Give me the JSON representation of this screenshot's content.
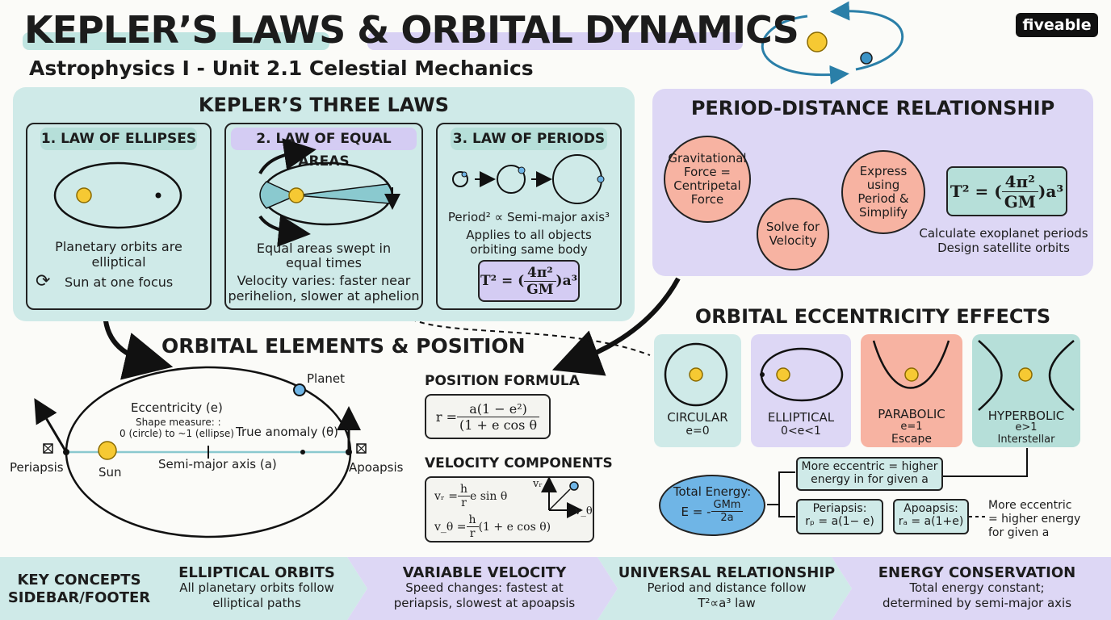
{
  "header": {
    "title": "KEPLER’S LAWS & ORBITAL DYNAMICS",
    "subtitle": "Astrophysics I - Unit 2.1 Celestial Mechanics",
    "brand": "fiveable"
  },
  "colors": {
    "teal": "#cfeae8",
    "lavender": "#ddd7f5",
    "salmon": "#f7b3a2",
    "blue": "#6fb5e6"
  },
  "laws": {
    "title": "KEPLER’S THREE LAWS",
    "law1": {
      "label": "1. LAW OF ELLIPSES",
      "text1": "Planetary orbits are",
      "text2": "elliptical",
      "text3": "Sun at one focus"
    },
    "law2": {
      "label": "2. LAW OF EQUAL AREAS",
      "text1": "Equal areas swept in",
      "text2": "equal times",
      "text3": "Velocity varies: faster near",
      "text4": "perihelion, slower at aphelion"
    },
    "law3": {
      "label": "3. LAW OF PERIODS",
      "text1": "Period² ∝ Semi-major axis³",
      "text2": "Applies to all objects",
      "text3": "orbiting same body",
      "formula": {
        "lhs": "T² = (",
        "num": "4π²",
        "den": "GM",
        "rhs": ")a³"
      }
    }
  },
  "period_distance": {
    "title": "PERIOD-DISTANCE RELATIONSHIP",
    "step1": "Gravitational Force = Centripetal Force",
    "step2": "Solve for Velocity",
    "step3": "Express using Period & Simplify",
    "formula": {
      "lhs": "T² = (",
      "num": "4π²",
      "den": "GM",
      "rhs": ")a³"
    },
    "app1": "Calculate exoplanet periods",
    "app2": "Design satellite orbits"
  },
  "orbital_elements": {
    "title": "ORBITAL ELEMENTS & POSITION",
    "planet": "Planet",
    "eccentricity": "Eccentricity (e)",
    "shape1": "Shape measure: :",
    "shape2": "0 (circle) to ~1 (ellipse)",
    "true_anomaly": "True anomaly (θ)",
    "periapsis": "Periapsis",
    "sun": "Sun",
    "semi_major": "Semi-major axis (a)",
    "apoapsis": "Apoapsis"
  },
  "formulas": {
    "position_title": "POSITION FORMULA",
    "position": {
      "lhs": "r = ",
      "num": "a(1 − e²)",
      "den": "(1 + e cos θ"
    },
    "velocity_title": "VELOCITY COMPONENTS",
    "vr": {
      "lhs": "vᵣ = ",
      "num": "h",
      "den": "r",
      "rhs": " e sin θ"
    },
    "vt": {
      "lhs": "v_θ = ",
      "num": "h",
      "den": "r",
      "rhs": " (1 + e cos θ)"
    },
    "vr_label": "vᵣ",
    "vt_label": "v_θ"
  },
  "eccentricity": {
    "title": "ORBITAL ECCENTRICITY EFFECTS",
    "circular": {
      "name": "CIRCULAR",
      "value": "e=0"
    },
    "elliptical": {
      "name": "ELLIPTICAL",
      "value": "0<e<1"
    },
    "parabolic": {
      "name": "PARABOLIC",
      "value": "e=1",
      "note": "Escape"
    },
    "hyperbolic": {
      "name": "HYPERBOLIC",
      "value": "e>1",
      "note": "Interstellar"
    }
  },
  "energy": {
    "title": "Total Energy:",
    "lhs": "E = -",
    "num": "GMm",
    "den": "2a",
    "more1": "More eccentric = higher",
    "more2": "energy in for given a",
    "peri_label": "Periapsis:",
    "peri_formula": "rₚ = a(1− e)",
    "apo_label": "Apoapsis:",
    "apo_formula": "rₐ = a(1+e)",
    "side1": "More eccentric",
    "side2": "= higher energy",
    "side3": "for given a"
  },
  "footer": {
    "label1": "KEY CONCEPTS",
    "label2": "SIDEBAR/FOOTER",
    "items": [
      {
        "title": "ELLIPTICAL ORBITS",
        "line1": "All planetary orbits follow",
        "line2": "elliptical paths"
      },
      {
        "title": "VARIABLE VELOCITY",
        "line1": "Speed changes: fastest at",
        "line2": "periapsis, slowest at apoapsis"
      },
      {
        "title": "UNIVERSAL RELATIONSHIP",
        "line1": "Period and distance follow",
        "line2": "T²∝a³ law"
      },
      {
        "title": "ENERGY CONSERVATION",
        "line1": "Total energy constant;",
        "line2": "determined by semi-major axis"
      }
    ]
  }
}
